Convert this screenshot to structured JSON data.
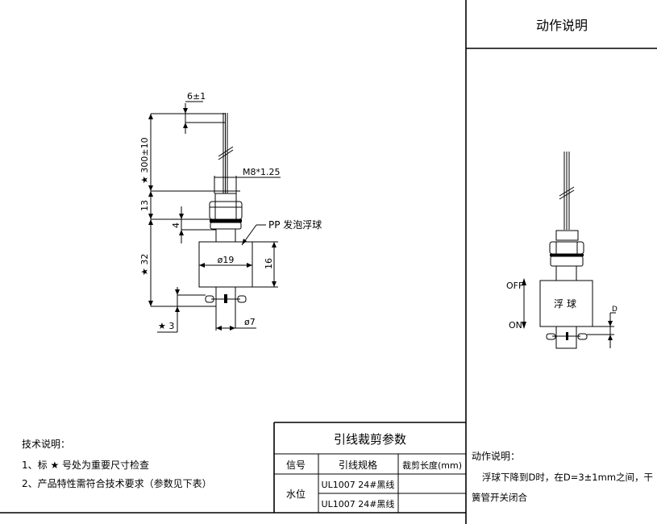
{
  "action_panel": {
    "title": "动作说明"
  },
  "main_drawing": {
    "dim_lead_bend": "6±1",
    "dim_cable_length": "★ 300±10",
    "dim_thread": "M8*1.25",
    "dim_fitting": "13",
    "dim_nut": "4",
    "dim_float_position": "★ 32",
    "dim_float_diameter": "ø19",
    "dim_float_height": "16",
    "dim_stem_diameter": "ø7",
    "dim_stop": "★ 3",
    "float_label": "PP 发泡浮球"
  },
  "action_drawing": {
    "float_label": "浮球",
    "off_label": "OFF",
    "on_label": "ON",
    "d_label": "D"
  },
  "tech_notes": {
    "title": "技术说明：",
    "items": [
      "1、标 ★ 号处为重要尺寸检查",
      "2、产品特性需符合技术要求（参数见下表）"
    ]
  },
  "lead_table": {
    "title": "引线裁剪参数",
    "headers": [
      "信号",
      "引线规格",
      "裁剪长度(mm)"
    ],
    "signal": "水位",
    "rows": [
      {
        "spec": "UL1007 24#黑线",
        "length": ""
      },
      {
        "spec": "UL1007 24#黑线",
        "length": ""
      }
    ]
  },
  "action_notes": {
    "title": "动作说明：",
    "line1": "浮球下降到D时，在D=3±1mm之间，干",
    "line2": "簧管开关闭合"
  }
}
